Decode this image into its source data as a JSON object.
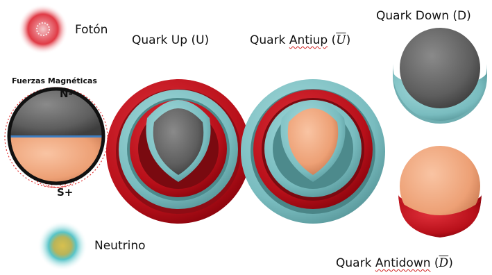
{
  "labels": {
    "foton": "Fotón",
    "quark_up": "Quark Up (U)",
    "quark_antiup_word1": "Quark",
    "quark_antiup_word2": "Antiup",
    "quark_antiup_symbol": "U",
    "quark_down": "Quark Down (D)",
    "magnetic_title": "Fuerzas Magnéticas",
    "north_pole": "N-",
    "south_pole": "S+",
    "neutrino": "Neutrino",
    "quark_antidown_word1": "Quark",
    "quark_antidown_word2": "Antidown",
    "quark_antidown_symbol": "D"
  },
  "colors": {
    "red_shell": "#c8141e",
    "cyan_shell": "#7fc3c6",
    "gray_core": "#6e6e6e",
    "peach_core": "#f2a77e",
    "photon_red": "#e03a45",
    "neutrino_teal": "#58c4c8",
    "neutrino_yellow": "#c8b040",
    "field_lines": "#e03030"
  }
}
